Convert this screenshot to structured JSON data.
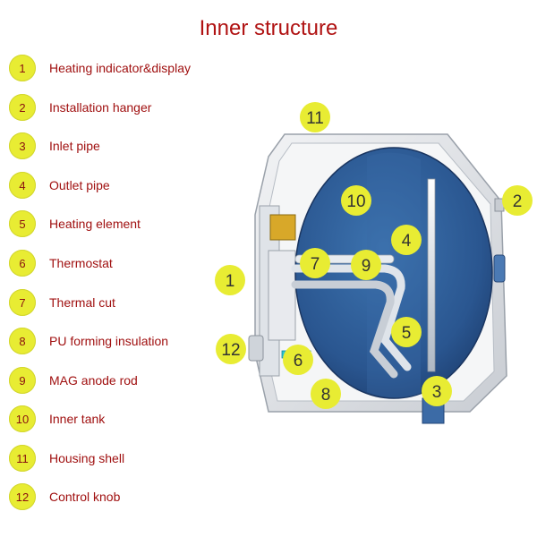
{
  "title": "Inner structure",
  "colors": {
    "title": "#b01212",
    "label": "#a01010",
    "badge": "#e8ec33",
    "tank": "#2e5d95",
    "housing": "#e3e6ea"
  },
  "legend": [
    {
      "num": "1",
      "label": "Heating indicator&display"
    },
    {
      "num": "2",
      "label": "Installation hanger"
    },
    {
      "num": "3",
      "label": "Inlet pipe"
    },
    {
      "num": "4",
      "label": "Outlet pipe"
    },
    {
      "num": "5",
      "label": "Heating element"
    },
    {
      "num": "6",
      "label": "Thermostat"
    },
    {
      "num": "7",
      "label": "Thermal cut"
    },
    {
      "num": "8",
      "label": "PU forming insulation"
    },
    {
      "num": "9",
      "label": "MAG anode rod"
    },
    {
      "num": "10",
      "label": "Inner tank"
    },
    {
      "num": "11",
      "label": "Housing shell"
    },
    {
      "num": "12",
      "label": "Control knob"
    }
  ],
  "callouts": {
    "c1": "1",
    "c2": "2",
    "c3": "3",
    "c4": "4",
    "c5": "5",
    "c6": "6",
    "c7": "7",
    "c8": "8",
    "c9": "9",
    "c10": "10",
    "c11": "11",
    "c12": "12"
  }
}
